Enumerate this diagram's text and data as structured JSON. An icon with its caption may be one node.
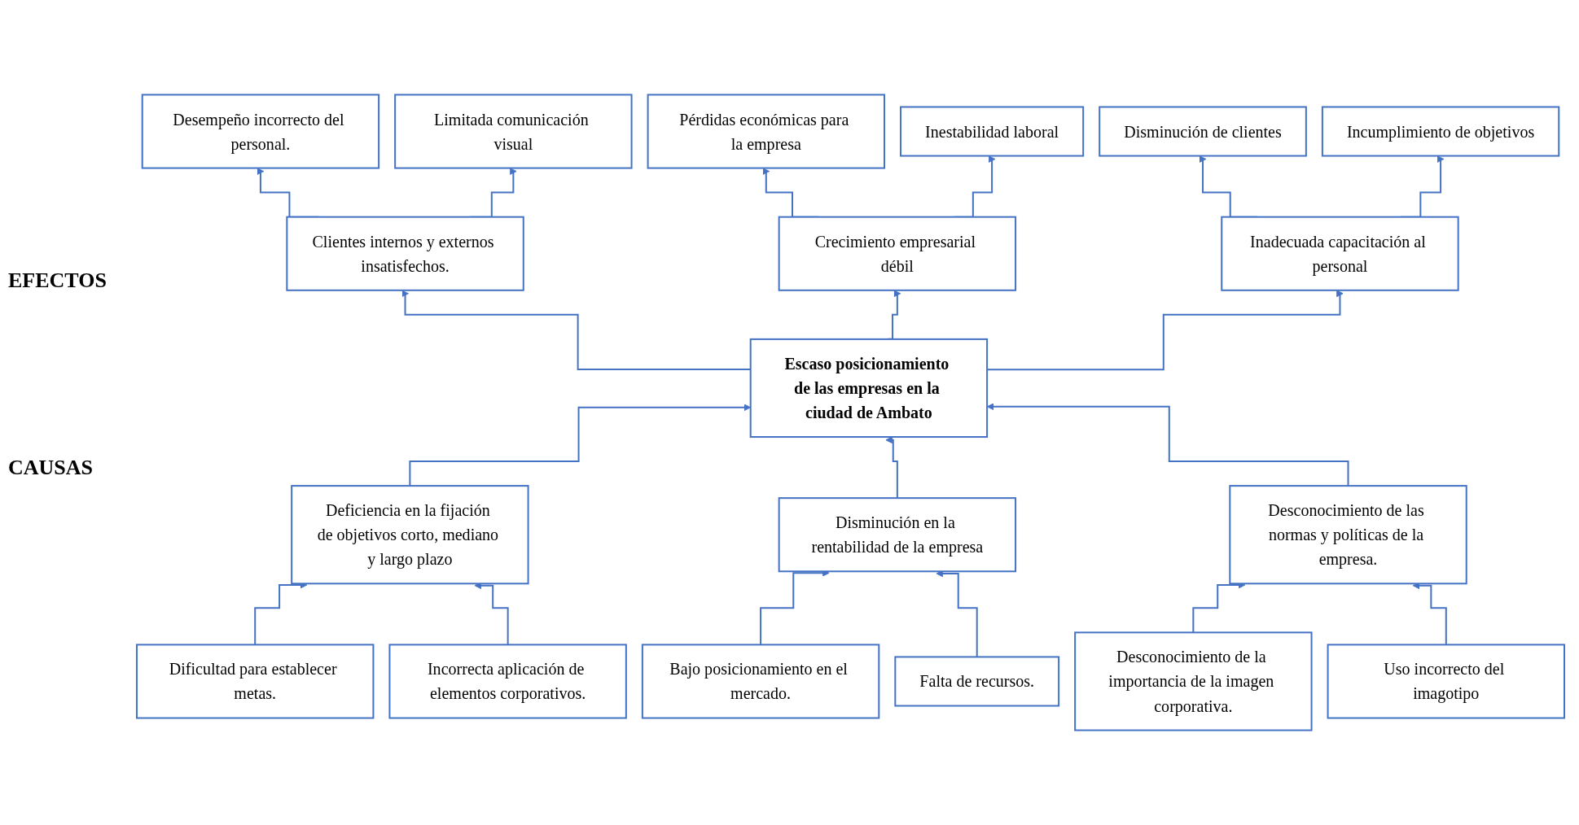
{
  "diagram": {
    "nodes": [
      {
        "text": [
          "Desempeño incorrecto del personal."
        ]
      },
      {
        "text": [
          "Limitada comunicación visual"
        ]
      },
      {
        "text": [
          "Pérdidas económicas para la empresa"
        ]
      },
      {
        "text": [
          "Inestabilidad laboral"
        ]
      },
      {
        "text": [
          "Disminución de clientes"
        ]
      },
      {
        "text": [
          "Incumplimiento de objetivos"
        ]
      },
      {
        "text": [
          "Clientes internos y externos insatisfechos."
        ]
      },
      {
        "text": [
          "Crecimiento empresarial débil"
        ]
      },
      {
        "text": [
          "Inadecuada capacitación al personal"
        ]
      },
      {
        "text": [
          "Escaso posicionamiento de las empresas en la ciudad de Ambato"
        ]
      },
      {
        "text": [
          "Deficiencia en la fijación de objetivos corto, mediano y largo plazo"
        ]
      },
      {
        "text": [
          "Disminución en la rentabilidad de la empresa"
        ]
      },
      {
        "text": [
          "Desconocimiento de las normas y políticas de la empresa."
        ]
      },
      {
        "text": [
          "Dificultad para establecer metas."
        ]
      },
      {
        "text": [
          "Incorrecta aplicación de elementos corporativos."
        ]
      },
      {
        "text": [
          "Bajo posicionamiento en el mercado."
        ]
      },
      {
        "text": [
          "Falta de recursos."
        ]
      },
      {
        "text": [
          "Desconocimiento de la importancia de la imagen corporativa."
        ]
      },
      {
        "text": [
          "Uso incorrecto del imagotipo"
        ]
      }
    ],
    "edges": [
      {
        "from": 6,
        "to": 0,
        "arrow": "to"
      },
      {
        "from": 6,
        "to": 1,
        "arrow": "to"
      },
      {
        "from": 7,
        "to": 2,
        "arrow": "to"
      },
      {
        "from": 7,
        "to": 3,
        "arrow": "to"
      },
      {
        "from": 8,
        "to": 4,
        "arrow": "to"
      },
      {
        "from": 8,
        "to": 5,
        "arrow": "to"
      },
      {
        "from": 9,
        "to": 6,
        "arrow": "to"
      },
      {
        "from": 9,
        "to": 7,
        "arrow": "to"
      },
      {
        "from": 9,
        "to": 8,
        "arrow": "to"
      },
      {
        "from": 10,
        "to": 9,
        "arrow": "to"
      },
      {
        "from": 11,
        "to": 9,
        "arrow": "to"
      },
      {
        "from": 12,
        "to": 9,
        "arrow": "to"
      },
      {
        "from": 13,
        "to": 10,
        "arrow": "to"
      },
      {
        "from": 14,
        "to": 10,
        "arrow": "to"
      },
      {
        "from": 15,
        "to": 11,
        "arrow": "to"
      },
      {
        "from": 16,
        "to": 11,
        "arrow": "to"
      },
      {
        "from": 17,
        "to": 12,
        "arrow": "to"
      },
      {
        "from": 18,
        "to": 12,
        "arrow": "to"
      }
    ],
    "labels": [
      "EFECTOS",
      "CAUSAS"
    ]
  }
}
